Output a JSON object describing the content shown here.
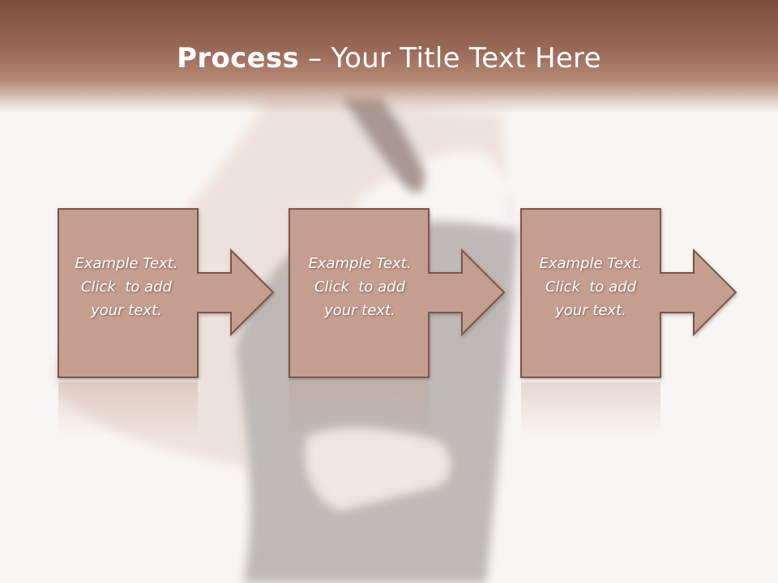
{
  "slide": {
    "title_bold": "Process",
    "title_rest": " – Your Title Text Here"
  },
  "steps": [
    {
      "line1": "Example Text.",
      "line2": "Click  to add",
      "line3": "your text."
    },
    {
      "line1": "Example Text.",
      "line2": "Click  to add",
      "line3": "your text."
    },
    {
      "line1": "Example Text.",
      "line2": "Click  to add",
      "line3": "your text."
    }
  ],
  "colors": {
    "header": "#8a5a48",
    "box_fill": "#c49e8e",
    "box_stroke": "#7a5648",
    "background": "#f8f6f5"
  }
}
